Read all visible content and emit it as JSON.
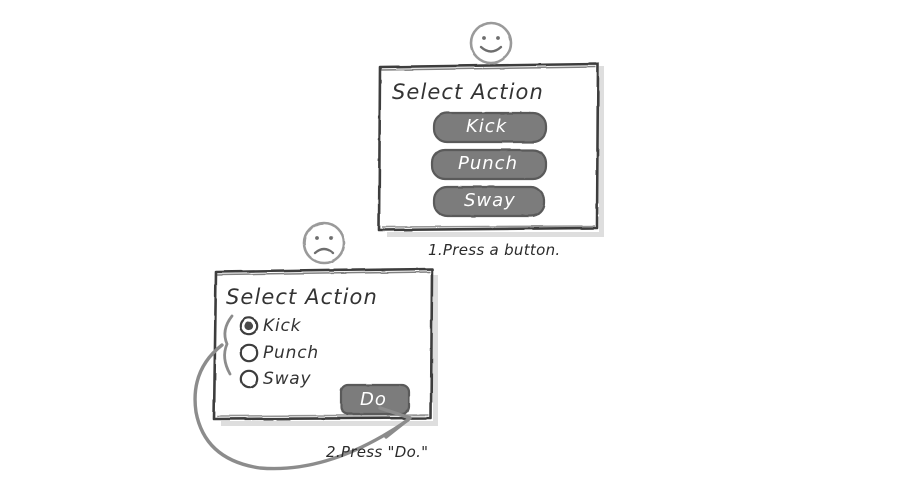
{
  "meta": {
    "background_color": "#ffffff",
    "ink_color": "#3a3a3a",
    "button_fill": "#7b7b7b",
    "button_text_color": "#ffffff",
    "shadow_color": "#dcdcdc",
    "arrow_color": "#8c8c8c"
  },
  "figure": {
    "panel_good": {
      "face_icon": "smiley-face-happy-icon",
      "face_mood": "happy",
      "title": "Select Action",
      "buttons": [
        {
          "label": "Kick"
        },
        {
          "label": "Punch"
        },
        {
          "label": "Sway"
        }
      ],
      "caption": "1.Press a button."
    },
    "panel_bad": {
      "face_icon": "smiley-face-sad-icon",
      "face_mood": "sad",
      "title": "Select Action",
      "radios": [
        {
          "label": "Kick",
          "selected": true
        },
        {
          "label": "Punch",
          "selected": false
        },
        {
          "label": "Sway",
          "selected": false
        }
      ],
      "submit_button": {
        "label": "Do"
      },
      "caption": "2.Press \"Do.\""
    }
  }
}
